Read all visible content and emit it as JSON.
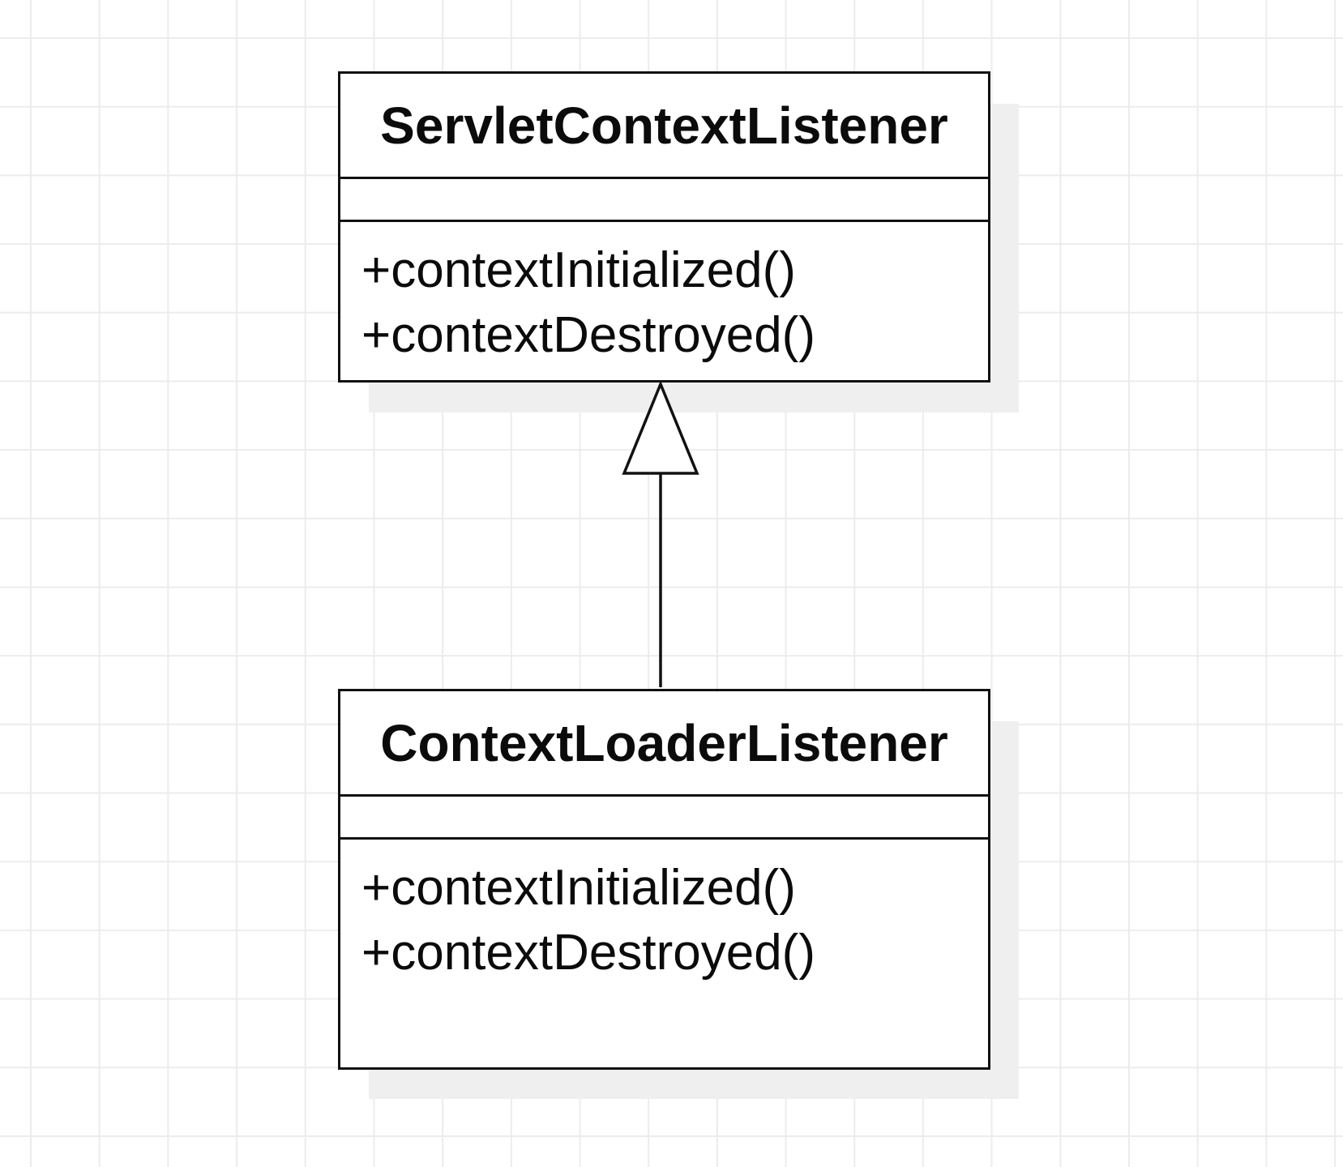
{
  "diagram": {
    "type": "uml-class-diagram",
    "classes": [
      {
        "name": "ServletContextListener",
        "attributes": [],
        "operations": [
          "+contextInitialized()",
          "+contextDestroyed()"
        ]
      },
      {
        "name": "ContextLoaderListener",
        "attributes": [],
        "operations": [
          "+contextInitialized()",
          "+contextDestroyed()"
        ]
      }
    ],
    "relationships": [
      {
        "type": "generalization",
        "from": "ContextLoaderListener",
        "to": "ServletContextListener"
      }
    ],
    "colors": {
      "stroke": "#111111",
      "fill": "#ffffff",
      "shadow": "#efefef",
      "grid": "#ececec"
    }
  }
}
